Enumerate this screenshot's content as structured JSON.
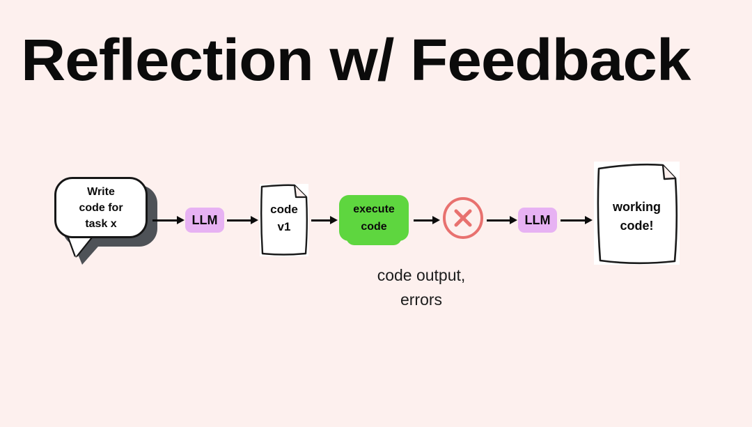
{
  "slide": {
    "title": "Reflection w/ Feedback",
    "background_color": "#fdf0ee",
    "caption": "code output,\nerrors"
  },
  "colors": {
    "background": "#fdf0ee",
    "title_text": "#0b0b0b",
    "llm_chip": "#e7b2f3",
    "execute_box": "#5ed63f",
    "error_circle": "#e8716f",
    "document_fill": "#ffffff",
    "document_outline": "#1b1b1b",
    "bubble_shadow": "#4e5257",
    "arrow": "#0b0b0b"
  },
  "flow": {
    "prompt_bubble": {
      "label": "Write\ncode for\ntask x",
      "icon": "speech-bubble-icon"
    },
    "llm_first": {
      "label": "LLM"
    },
    "code_doc": {
      "label": "code\nv1",
      "icon": "document-icon"
    },
    "execute": {
      "label": "execute\ncode"
    },
    "error": {
      "icon": "circle-x-icon",
      "label": ""
    },
    "llm_second": {
      "label": "LLM"
    },
    "result_doc": {
      "label": "working\ncode!",
      "icon": "document-icon"
    },
    "arrows": [
      {
        "name": "arrow-bubble-to-llm1"
      },
      {
        "name": "arrow-llm1-to-code"
      },
      {
        "name": "arrow-code-to-execute"
      },
      {
        "name": "arrow-execute-to-error"
      },
      {
        "name": "arrow-error-to-llm2"
      },
      {
        "name": "arrow-llm2-to-result"
      }
    ]
  }
}
